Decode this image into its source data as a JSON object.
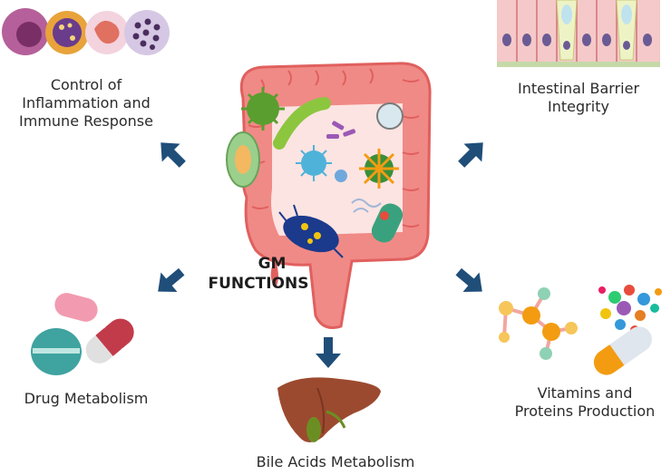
{
  "center": {
    "line1": "GM",
    "line2": "FUNCTIONS"
  },
  "functions": {
    "inflammation": {
      "line1": "Control  of",
      "line2": "Inflammation and",
      "line3": "Immune Response"
    },
    "barrier": {
      "line1": "Intestinal Barrier",
      "line2": "Integrity"
    },
    "drug": {
      "line1": "Drug Metabolism"
    },
    "vitamins": {
      "line1": "Vitamins and",
      "line2": "Proteins Production"
    },
    "bile": {
      "line1": "Bile Acids Metabolism"
    }
  },
  "colors": {
    "arrow": "#1f4e79",
    "intestine": "#f08a86",
    "intestine_dark": "#e0605e",
    "liver": "#a0522d",
    "gallbladder": "#6b8e23"
  },
  "icons": {
    "immune_cells": "immune-cells-icon",
    "epithelium": "epithelial-cells-icon",
    "pills": "pills-icon",
    "molecules_capsule": "molecule-capsule-icon",
    "liver": "liver-icon",
    "intestine": "intestine-microbiota-icon"
  }
}
